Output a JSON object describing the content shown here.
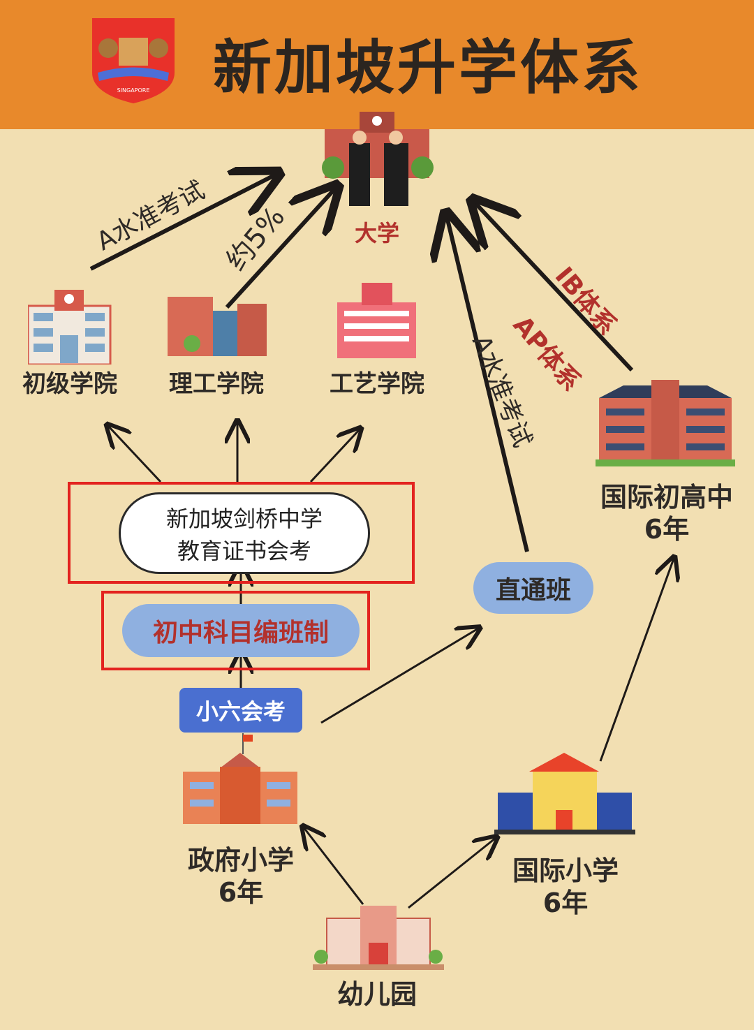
{
  "header": {
    "title": "新加坡升学体系",
    "logo_text": "SINGAPORE"
  },
  "nodes": {
    "university": "大学",
    "junior_college": "初级学院",
    "polytechnic": "理工学院",
    "ite": "工艺学院",
    "intl_secondary": [
      "国际初高中",
      "6年"
    ],
    "exam_box": [
      "新加坡剑桥中学",
      "教育证书会考"
    ],
    "subject_banding": "初中科目编班制",
    "psle": "小六会考",
    "direct_program": "直通班",
    "gov_primary": [
      "政府小学",
      "6年"
    ],
    "intl_primary": [
      "国际小学",
      "6年"
    ],
    "kindergarten": "幼儿园"
  },
  "arrow_labels": {
    "jc_to_uni": "A水准考试",
    "poly_to_uni": "约5%",
    "direct_to_uni": "A水准考试",
    "ib": "IB体系",
    "ap": "AP体系"
  },
  "colors": {
    "header": "#E8892B",
    "background": "#F2DFB2",
    "accent_red": "#B2312C",
    "pill_blue": "#8FB0E0",
    "psle_blue": "#4A6FD0"
  }
}
